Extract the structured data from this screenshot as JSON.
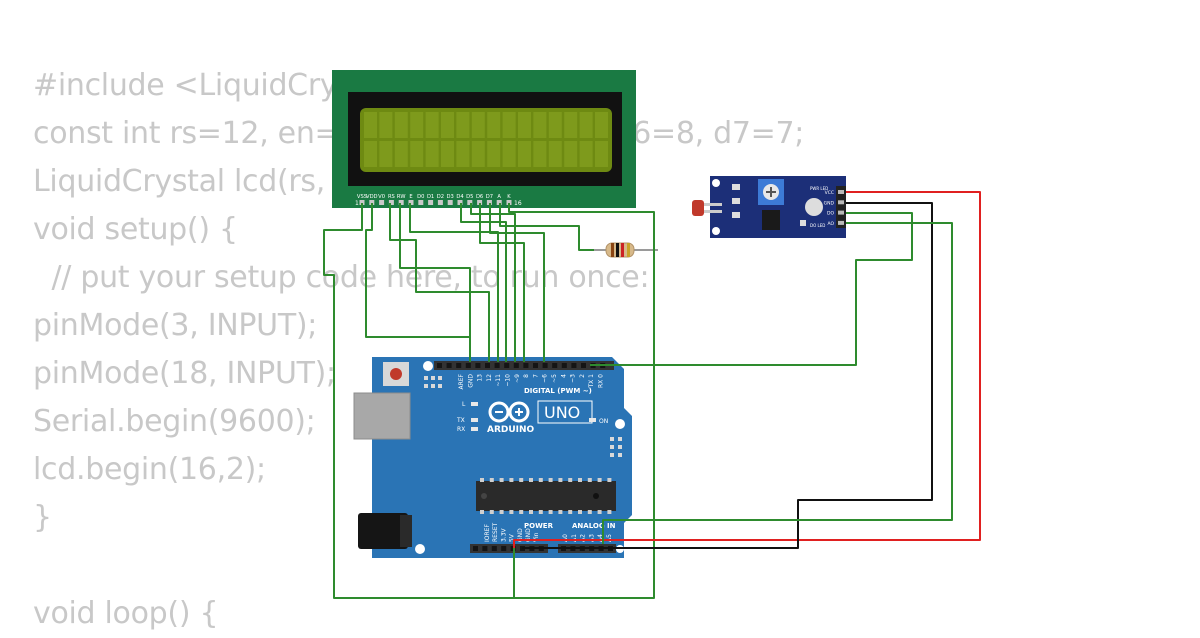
{
  "code_lines": [
    "#include <LiquidCrystal.h>",
    "const int rs=12, en=11, d4=10, d5=9, d6=8, d7=7;",
    "LiquidCrystal lcd(rs, en, d4, d5, d6, d7);",
    "void setup() {",
    "  // put your setup code here, to run once:",
    "pinMode(3, INPUT);",
    "pinMode(18, INPUT);",
    "Serial.begin(9600);",
    "lcd.begin(16,2);",
    "}",
    "",
    "void loop() {"
  ],
  "lcd": {
    "pin_labels": [
      "VSS",
      "VDD",
      "V0",
      "RS",
      "RW",
      "E",
      "D0",
      "D1",
      "D2",
      "D3",
      "D4",
      "D5",
      "D6",
      "D7",
      "A",
      "K"
    ],
    "pin_first": "1",
    "pin_last": "16",
    "colors": {
      "pcb": "#1a7a43",
      "bezel": "#111111",
      "screen": "#6e8a12"
    }
  },
  "arduino": {
    "brand": "ARDUINO",
    "model": "UNO",
    "digital_header": "DIGITAL (PWM ~)",
    "digital_pins": [
      "AREF",
      "GND",
      "13",
      "12",
      "~11",
      "~10",
      "~9",
      "8",
      "7",
      "~6",
      "~5",
      "4",
      "~3",
      "2",
      "TX 1",
      "RX 0"
    ],
    "power_header": "POWER",
    "power_pins": [
      "IOREF",
      "RESET",
      "3.3V",
      "5V",
      "GND",
      "GND",
      "Vin"
    ],
    "analog_header": "ANALOG IN",
    "analog_pins": [
      "A0",
      "A1",
      "A2",
      "A3",
      "A4",
      "A5"
    ],
    "led_labels": [
      "L",
      "TX",
      "RX",
      "ON"
    ],
    "colors": {
      "board": "#2a74b5",
      "chip": "#2a2a2a"
    }
  },
  "sensor": {
    "pin_labels": [
      "VCC",
      "GND",
      "DO",
      "AO"
    ],
    "led_labels": [
      "PWR LED",
      "DO LED"
    ],
    "colors": {
      "board": "#1c2f78"
    }
  },
  "wire_colors": {
    "signal": "#2e8b2e",
    "power": "#e02020",
    "ground": "#111111"
  }
}
